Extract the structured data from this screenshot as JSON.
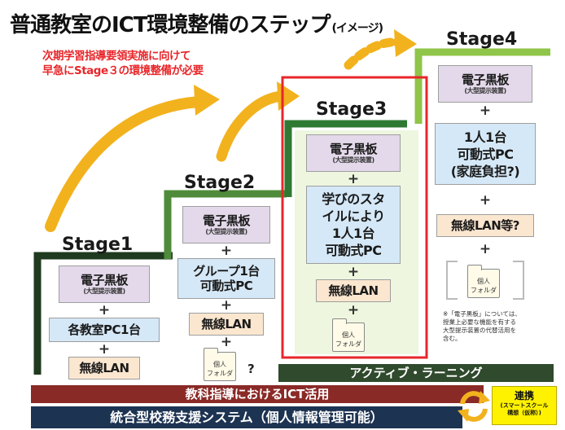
{
  "title": {
    "main": "普通教室のICT環境整備のステップ",
    "suffix": "(イメージ)"
  },
  "red_note": {
    "line1": "次期学習指導要領実施に向けて",
    "line2": "早急にStage３の環境整備が必要"
  },
  "stages": {
    "stage1": {
      "label": "Stage1",
      "board_main": "電子黒板",
      "board_sub": "(大型提示装置)",
      "pc": "各教室PC1台",
      "lan": "無線LAN",
      "plus": "+"
    },
    "stage2": {
      "label": "Stage2",
      "board_main": "電子黒板",
      "board_sub": "(大型提示装置)",
      "pc_line1": "グループ1台",
      "pc_line2": "可動式PC",
      "lan": "無線LAN",
      "folder_line1": "個人",
      "folder_line2": "フォルダ",
      "question": "?",
      "plus": "+"
    },
    "stage3": {
      "label": "Stage3",
      "board_main": "電子黒板",
      "board_sub": "(大型提示装置)",
      "pc_line1": "学びのスタ",
      "pc_line2": "イルにより",
      "pc_line3": "1人1台",
      "pc_line4": "可動式PC",
      "lan": "無線LAN",
      "folder_line1": "個人",
      "folder_line2": "フォルダ",
      "plus": "+"
    },
    "stage4": {
      "label": "Stage4",
      "board_main": "電子黒板",
      "board_sub": "(大型提示装置)",
      "pc_line1": "1人1台",
      "pc_line2": "可動式PC",
      "pc_line3": "(家庭負担?)",
      "lan": "無線LAN等?",
      "folder_line1": "個人",
      "folder_line2": "フォルダ",
      "plus": "+"
    }
  },
  "footnote": {
    "line1": "※「電子黒板」については、",
    "line2": "授業上必要な機能を有する",
    "line3": "大型提示装置の代替活用を",
    "line4": "含む。"
  },
  "bars": {
    "active_learning": "アクティブ・ラーニング",
    "ict_use": "教科指導におけるICT活用",
    "system": "統合型校務支援システム（個人情報管理可能）"
  },
  "renkei": {
    "title": "連携",
    "sub_line1": "(スマートスクール",
    "sub_line2": "構想（仮称）)"
  },
  "colors": {
    "stage1_step": "#1f3a1f",
    "stage2_step": "#4f8b3a",
    "stage3_step": "#2f7a33",
    "stage4_step": "#8fc548",
    "arrow": "#f2b21e",
    "highlight": "#e8262a",
    "bar_active": "#2f4a2c",
    "bar_ict": "#8a2a27",
    "bar_system": "#1d3352"
  }
}
